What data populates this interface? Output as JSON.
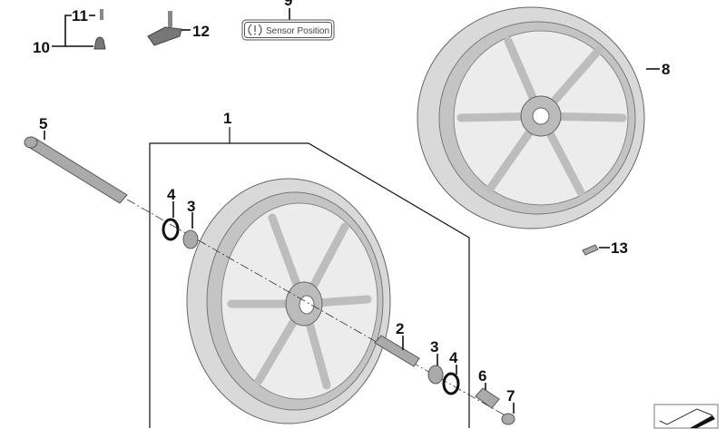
{
  "callouts": {
    "c1": "1",
    "c2": "2",
    "c3a": "3",
    "c3b": "3",
    "c4a": "4",
    "c4b": "4",
    "c5": "5",
    "c6": "6",
    "c7": "7",
    "c8": "8",
    "c9": "9",
    "c10": "10",
    "c11": "11",
    "c12": "12",
    "c13": "13"
  },
  "sensor_label": "Sensor Position",
  "icons": {
    "sensor": "exclamation-in-tire-icon",
    "corner": "sheet-corner-icon"
  },
  "colors": {
    "line": "#111111",
    "part": "#c8c8c8"
  }
}
